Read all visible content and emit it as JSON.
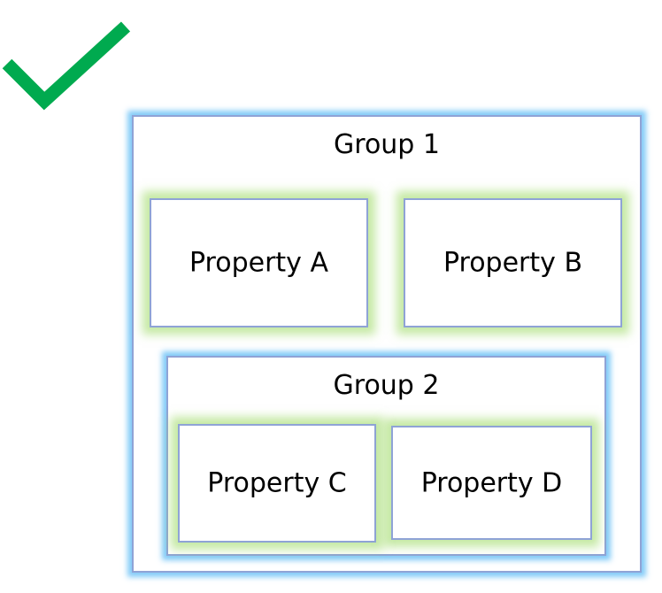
{
  "icons": {
    "checkmark": {
      "name": "checkmark-icon",
      "color": "#00aa4f"
    }
  },
  "groups": {
    "group1": {
      "label": "Group 1"
    },
    "group2": {
      "label": "Group 2"
    }
  },
  "properties": {
    "a": {
      "label": "Property A"
    },
    "b": {
      "label": "Property B"
    },
    "c": {
      "label": "Property C"
    },
    "d": {
      "label": "Property D"
    }
  },
  "colors": {
    "box_border": "#8fa3d6",
    "group_glow": "#5ab9f5",
    "property_glow": "#96d75a"
  }
}
